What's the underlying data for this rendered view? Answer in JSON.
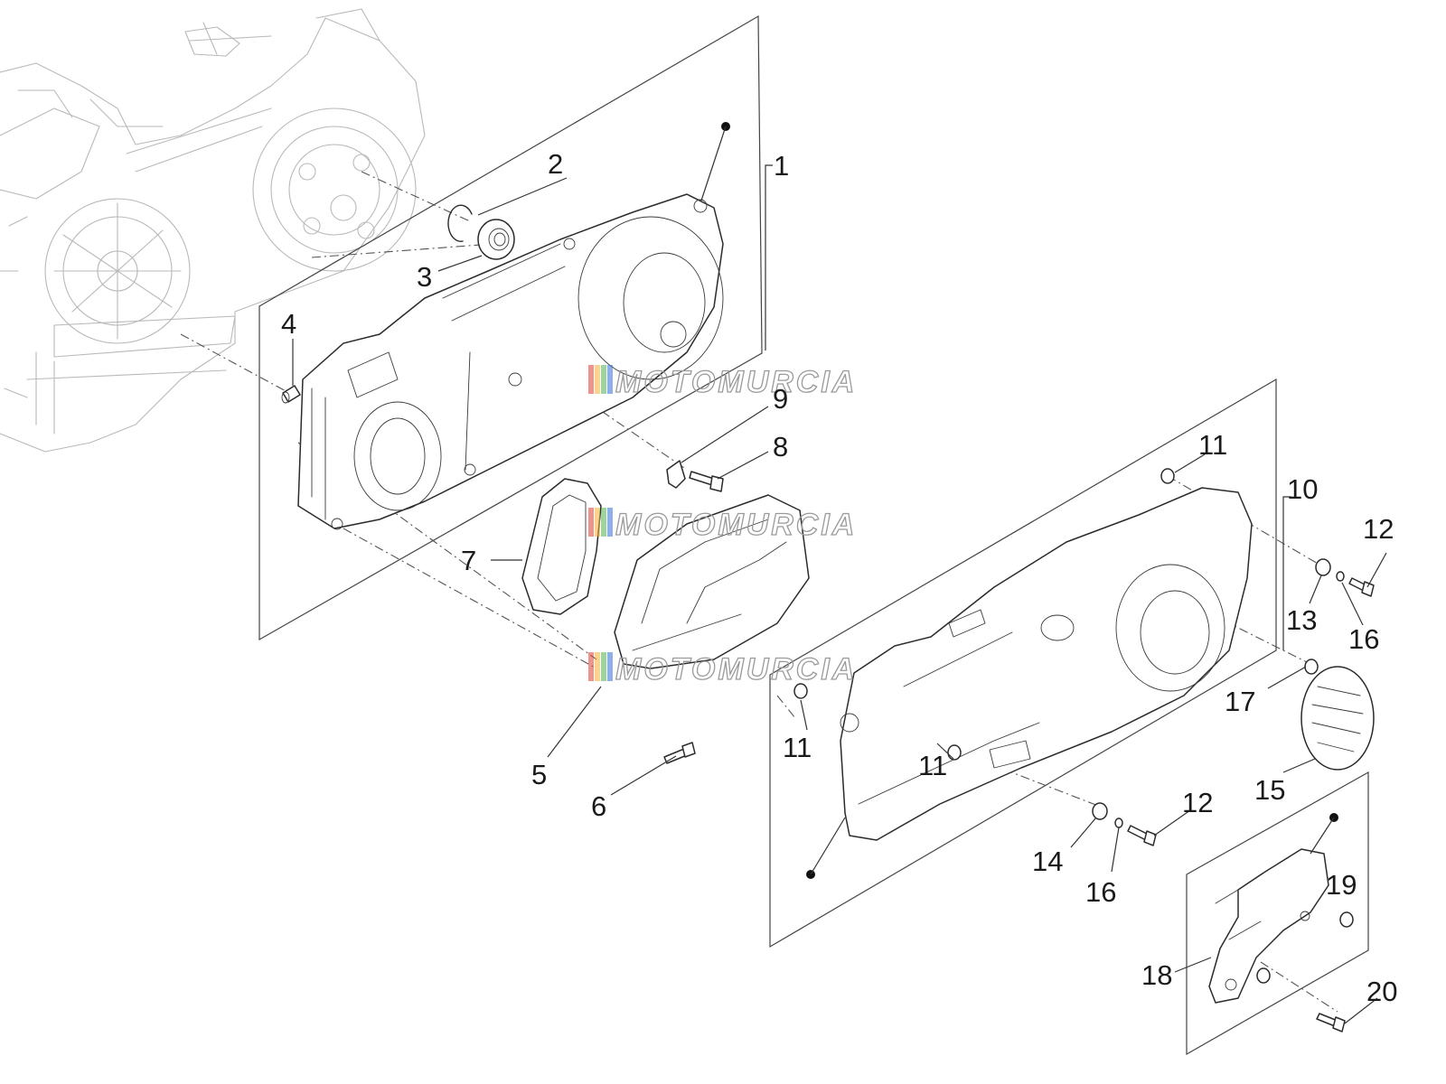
{
  "watermark": {
    "text": "MOTOMURCIA",
    "colors": [
      "#e33b2e",
      "#f2b134",
      "#4fb24a",
      "#2f6fd1"
    ]
  },
  "callouts": [
    {
      "id": "c1",
      "label": "1"
    },
    {
      "id": "c2",
      "label": "2"
    },
    {
      "id": "c3",
      "label": "3"
    },
    {
      "id": "c4",
      "label": "4"
    },
    {
      "id": "c5",
      "label": "5"
    },
    {
      "id": "c6",
      "label": "6"
    },
    {
      "id": "c7",
      "label": "7"
    },
    {
      "id": "c8",
      "label": "8"
    },
    {
      "id": "c9",
      "label": "9"
    },
    {
      "id": "c10",
      "label": "10"
    },
    {
      "id": "c11a",
      "label": "11"
    },
    {
      "id": "c11b",
      "label": "11"
    },
    {
      "id": "c11c",
      "label": "11"
    },
    {
      "id": "c12a",
      "label": "12"
    },
    {
      "id": "c12b",
      "label": "12"
    },
    {
      "id": "c13",
      "label": "13"
    },
    {
      "id": "c14",
      "label": "14"
    },
    {
      "id": "c15",
      "label": "15"
    },
    {
      "id": "c16a",
      "label": "16"
    },
    {
      "id": "c16b",
      "label": "16"
    },
    {
      "id": "c17",
      "label": "17"
    },
    {
      "id": "c18",
      "label": "18"
    },
    {
      "id": "c19",
      "label": "19"
    },
    {
      "id": "c20",
      "label": "20"
    }
  ]
}
